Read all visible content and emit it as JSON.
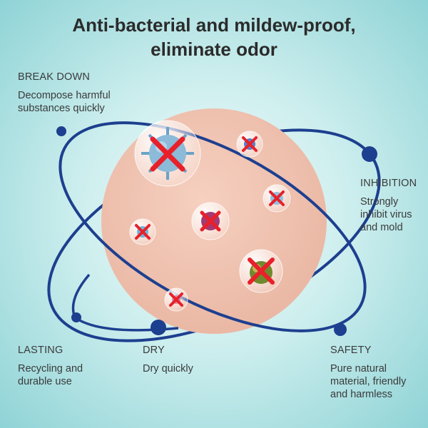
{
  "title": {
    "line1": "Anti-bacterial and mildew-proof,",
    "line2": "eliminate odor"
  },
  "features": {
    "break_down": {
      "heading": "BREAK DOWN",
      "desc_lines": [
        "Decompose harmful",
        "substances quickly"
      ]
    },
    "inhibition": {
      "heading": "INHIBITION",
      "desc_lines": [
        "Strongly",
        "inhibit virus",
        "and mold"
      ]
    },
    "lasting": {
      "heading": "LASTING",
      "desc_lines": [
        "Recycling and",
        "durable use"
      ]
    },
    "dry": {
      "heading": "DRY",
      "desc_lines": [
        "Dry quickly"
      ]
    },
    "safety": {
      "heading": "SAFETY",
      "desc_lines": [
        "Pure natural",
        "material, friendly",
        "and harmless"
      ]
    }
  },
  "colors": {
    "orbit": "#1d3f8f",
    "disc": "#efc1ae",
    "cross": "#e8202a",
    "background": "#bfe8e9"
  },
  "icons": [
    "virus-icon",
    "mold-icon",
    "cross-mark-icon",
    "orbit-node-icon"
  ]
}
